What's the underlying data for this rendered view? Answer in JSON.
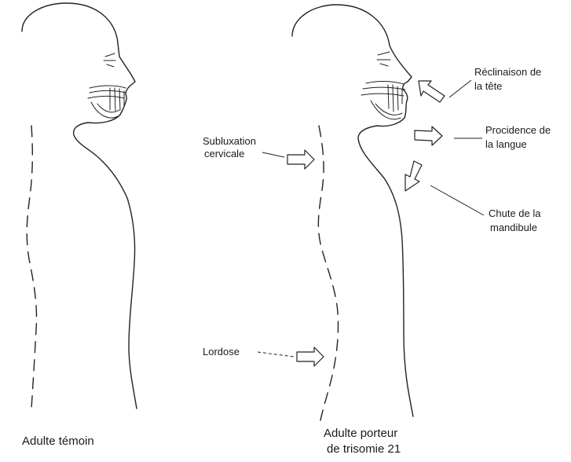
{
  "figures": {
    "left": {
      "caption": "Adulte témoin"
    },
    "right": {
      "caption_lines": [
        "Adulte porteur",
        "de trisomie 21"
      ]
    }
  },
  "annotations": {
    "reclinaison": {
      "lines": [
        "Réclinaison de",
        "la tête"
      ]
    },
    "procidence": {
      "lines": [
        "Procidence de",
        "la langue"
      ]
    },
    "chute": {
      "lines": [
        "Chute de la",
        "mandibule"
      ]
    },
    "subluxation": {
      "lines": [
        "Subluxation",
        "cervicale"
      ]
    },
    "lordose": {
      "text": "Lordose"
    }
  },
  "colors": {
    "ink": "#222222",
    "background": "#ffffff"
  }
}
